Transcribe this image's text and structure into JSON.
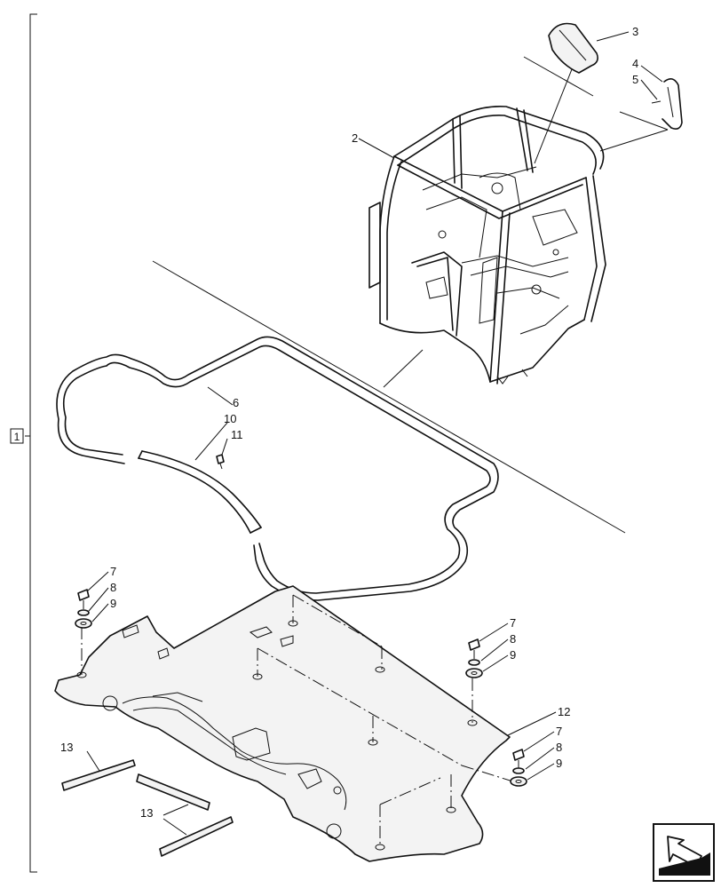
{
  "assembly_ref": "1",
  "callouts": {
    "c2": "2",
    "c3": "3",
    "c4": "4",
    "c5": "5",
    "c6": "6",
    "c7a": "7",
    "c8a": "8",
    "c9a": "9",
    "c7b": "7",
    "c8b": "8",
    "c9b": "9",
    "c7c": "7",
    "c8c": "8",
    "c9c": "9",
    "c10": "10",
    "c11": "11",
    "c12": "12",
    "c13a": "13",
    "c13b": "13"
  },
  "nav_icon": "arrow-down-left-icon"
}
